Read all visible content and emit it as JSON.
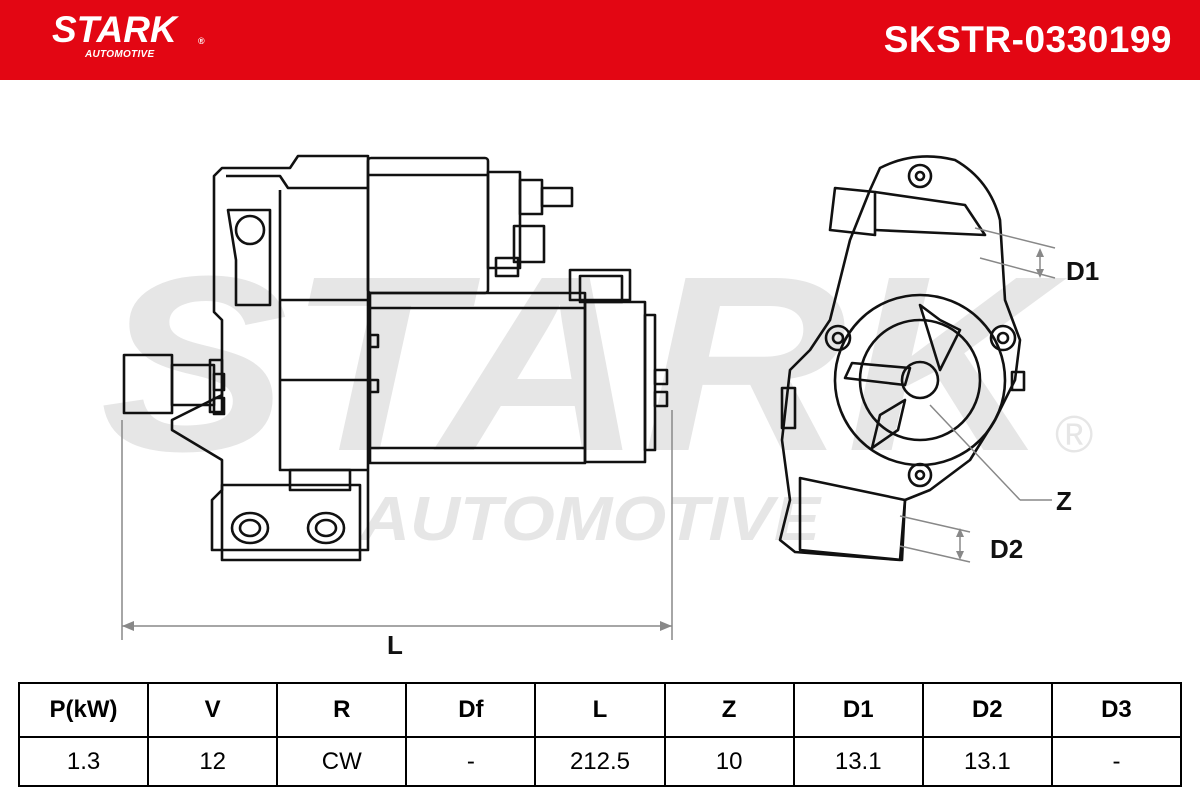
{
  "header": {
    "brand": "STARK",
    "brand_mark": "®",
    "brand_sub": "AUTOMOTIVE",
    "part_number": "SKSTR-0330199",
    "background_color": "#e30613",
    "text_color": "#ffffff"
  },
  "watermark": {
    "main": "STARK",
    "sub": "AUTOMOTIVE",
    "mark": "®",
    "color": "#e6e6e6"
  },
  "drawing": {
    "labels": {
      "length": "L",
      "d1": "D1",
      "d2": "D2",
      "z": "Z"
    }
  },
  "specs": {
    "headers": [
      "P(kW)",
      "V",
      "R",
      "Df",
      "L",
      "Z",
      "D1",
      "D2",
      "D3"
    ],
    "values": [
      "1.3",
      "12",
      "CW",
      "-",
      "212.5",
      "10",
      "13.1",
      "13.1",
      "-"
    ]
  }
}
